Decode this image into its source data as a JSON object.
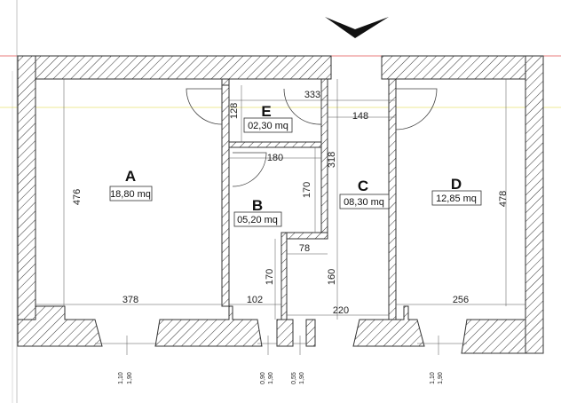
{
  "rooms": [
    {
      "id": "A",
      "area": "18,80 mq"
    },
    {
      "id": "B",
      "area": "05,20 mq"
    },
    {
      "id": "C",
      "area": "08,30 mq"
    },
    {
      "id": "D",
      "area": "12,85 mq"
    },
    {
      "id": "E",
      "area": "02,30 mq"
    }
  ],
  "dimensions": {
    "a_height": "476",
    "a_width": "378",
    "e_height": "128",
    "corridor_top": "333",
    "corridor_inner": "148",
    "b_width": "180",
    "b_height": "170",
    "c_height": "318",
    "step_width": "78",
    "c_lower": "160",
    "b_lower": "170",
    "bottom_small": "102",
    "bottom_c": "220",
    "d_width": "256",
    "d_height": "478"
  },
  "windows": [
    {
      "w": "1,10",
      "h": "1,90"
    },
    {
      "w": "0,90",
      "h": "1,90"
    },
    {
      "w": "0,55",
      "h": "1,90"
    },
    {
      "w": "1,10",
      "h": "1,90"
    }
  ],
  "colors": {
    "guide_red": "#e05050",
    "guide_yellow": "#e8e070",
    "wall_hatch": "#333333"
  },
  "icons": {
    "north_arrow": "chevron-down-icon"
  }
}
